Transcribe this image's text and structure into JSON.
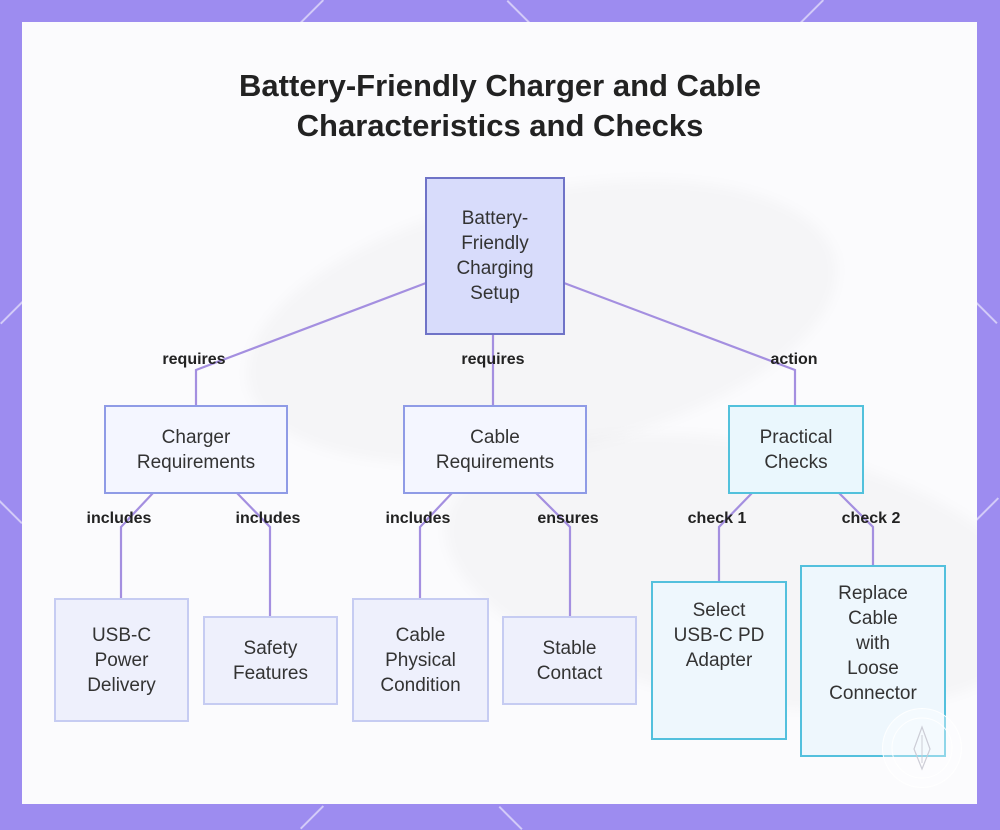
{
  "title_lines": [
    "Battery-Friendly Charger and Cable",
    "Characteristics and Checks"
  ],
  "nodes": {
    "root": "Battery-\nFriendly\nCharging\nSetup",
    "charger": "Charger\nRequirements",
    "cable": "Cable\nRequirements",
    "checks": "Practical\nChecks",
    "usbc": "USB-C\nPower\nDelivery",
    "safety": "Safety\nFeatures",
    "physical": "Cable\nPhysical\nCondition",
    "stable": "Stable\nContact",
    "select": "Select\nUSB-C PD\nAdapter",
    "replace": "Replace\nCable\nwith\nLoose\nConnector"
  },
  "edge_labels": {
    "root_charger": "requires",
    "root_cable": "requires",
    "root_checks": "action",
    "charger_usbc": "includes",
    "charger_safety": "includes",
    "cable_physical": "includes",
    "cable_stable": "ensures",
    "checks_select": "check 1",
    "checks_replace": "check 2"
  },
  "colors": {
    "edge": "#a48fe0",
    "frame": "#9d8cf0"
  }
}
